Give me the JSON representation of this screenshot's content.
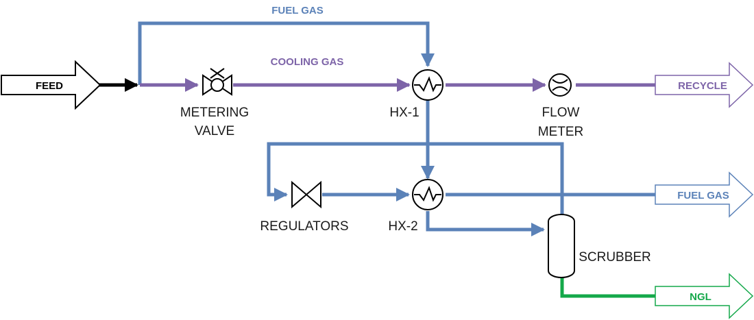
{
  "colors": {
    "fuel_gas": "#5b82b8",
    "cooling_gas": "#7d64a8",
    "ngl": "#14a84a",
    "feed": "#000000"
  },
  "labels": {
    "fuel_gas_top": "FUEL GAS",
    "cooling_gas": "COOLING GAS",
    "feed": "FEED",
    "metering_valve_line1": "METERING",
    "metering_valve_line2": "VALVE",
    "hx1": "HX-1",
    "flow_meter_line1": "FLOW",
    "flow_meter_line2": "METER",
    "recycle": "RECYCLE",
    "regulators": "REGULATORS",
    "hx2": "HX-2",
    "fuel_gas_out": "FUEL GAS",
    "scrubber": "SCRUBBER",
    "ngl": "NGL"
  }
}
